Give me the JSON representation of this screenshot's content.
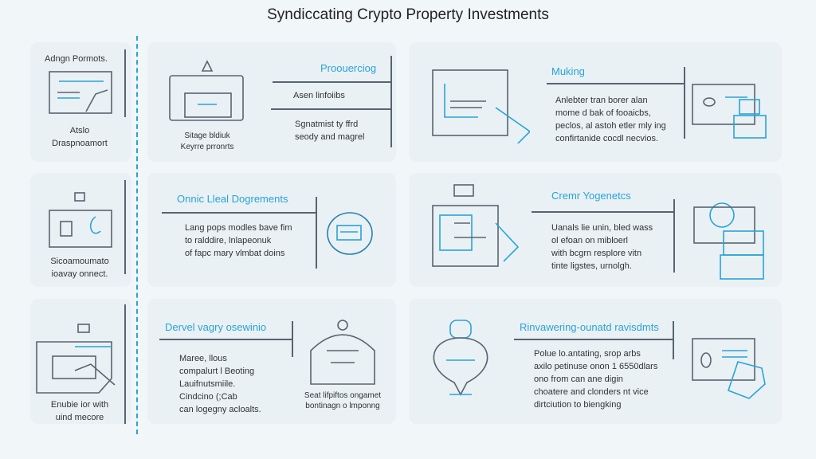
{
  "title": "Syndiccating Crypto Property Investments",
  "left": [
    {
      "heading": "Adngn Pormots.",
      "caption": [
        "Atslo",
        "Draspnoamort"
      ]
    },
    {
      "caption": [
        "Sicoamoumato",
        "ioavay onnect."
      ]
    },
    {
      "caption": [
        "Enubie ior with",
        "uind mecore"
      ]
    }
  ],
  "middle": [
    {
      "icon_caption": [
        "Sitage bldiuk",
        "Keyrre prronrts"
      ],
      "heading": "Proouerciog",
      "lines": [
        "Asen linfoiibs"
      ],
      "body": [
        "Sgnatmist ty ffrd",
        "seody and magrel"
      ]
    },
    {
      "heading": "Onnic Lleal Dogrements",
      "body": [
        "Lang pops modles bave fim",
        "to ralddire, lnlapeonuk",
        "of fapc mary vlmbat doins"
      ]
    },
    {
      "heading": "Dervel vagry osewinio",
      "body": [
        "Maree, llous",
        "compalurt l Beoting",
        "Lauifnutsmiile.",
        "Cindcino (;Cab",
        "can logegny acloalts."
      ],
      "icon_caption": [
        "Seat lifpiftos ongamet",
        "bontinagn o lmponng"
      ]
    }
  ],
  "right": [
    {
      "heading": "Muking",
      "body": [
        "Anlebter tran borer alan",
        "mome d bak of fooaicbs,",
        "peclos, al astoh etler mly ing",
        "confirtanide cocdl necvios."
      ]
    },
    {
      "heading": "Cremr Yogenetcs",
      "body": [
        "Uanals lie unin, bled wass",
        "ol efoan on mibloerl",
        "with bcgrn resplore vitn",
        "tinte ligstes, urnolgh."
      ]
    },
    {
      "heading": "Rinvawering-ounatd ravisdmts",
      "body": [
        "Polue lo.antating, srop arbs",
        "axilo petinuse onon 1 6550dlars",
        "ono from can ane digin",
        "choatere and clonders nt vice",
        "dirtciution to biengking"
      ]
    }
  ],
  "colors": {
    "accent": "#2aa3d8",
    "line": "#5a6470",
    "panel": "#e9f1f5"
  }
}
